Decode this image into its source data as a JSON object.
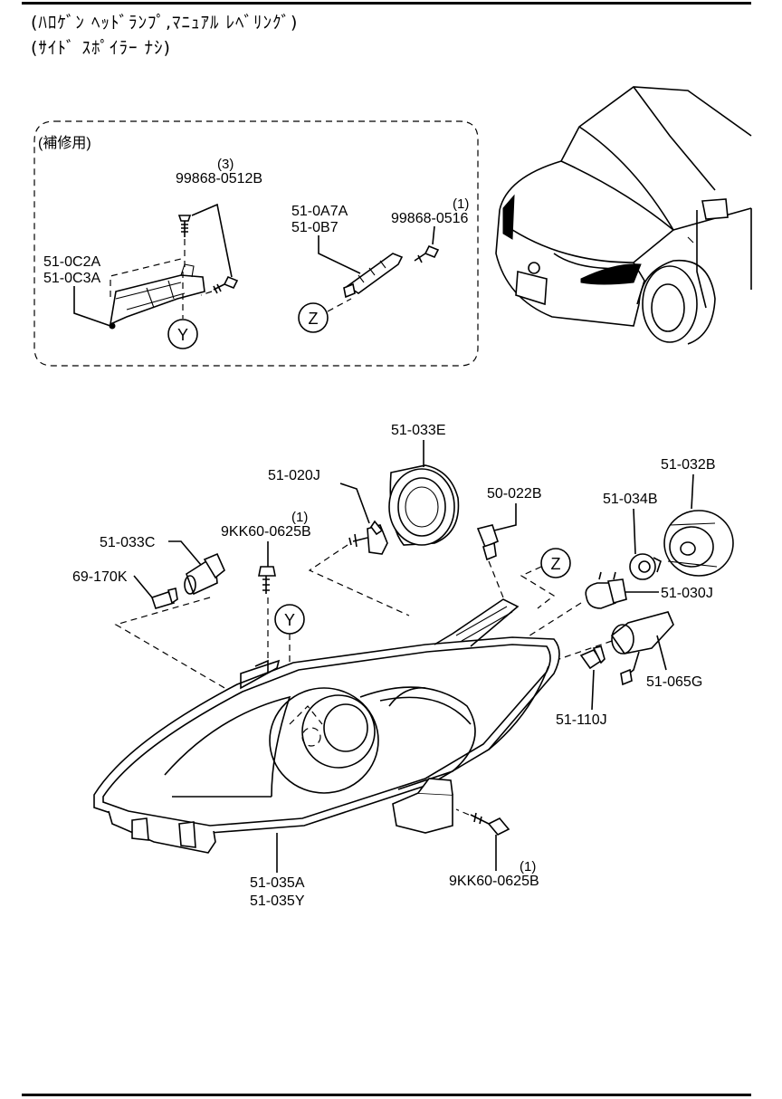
{
  "header": {
    "line1": "(ﾊﾛｹﾞﾝ ﾍｯﾄﾞﾗﾝﾌﾟ,ﾏﾆｭｱﾙ ﾚﾍﾞﾘﾝｸﾞ)",
    "line2": "(ｻｲﾄﾞ ｽﾎﾟｲﾗｰ ﾅｼ)"
  },
  "inset": {
    "label": "(補修用)",
    "parts": {
      "screw_top": {
        "number": "99868-0512B",
        "qty": "(3)"
      },
      "bracket_a": "51-0C2A",
      "bracket_b": "51-0C3A",
      "clip_a": "51-0A7A",
      "clip_b": "51-0B7",
      "screw_right": {
        "number": "99868-0516",
        "qty": "(1)"
      }
    },
    "markers": {
      "y": "Y",
      "z": "Z"
    }
  },
  "main": {
    "parts": {
      "lens_cap": "51-033E",
      "bulb_h": "51-020J",
      "bolt_top": {
        "number": "9KK60-0625B",
        "qty": "(1)"
      },
      "socket": "51-033C",
      "wedge_bulb": "69-170K",
      "clip": "50-022B",
      "cap_rear": "51-032B",
      "ring": "51-034B",
      "bulb_main": "51-030J",
      "socket_harness": "51-065G",
      "bulb_small": "51-110J",
      "housing_a": "51-035A",
      "housing_y": "51-035Y",
      "bolt_bottom": {
        "number": "9KK60-0625B",
        "qty": "(1)"
      }
    },
    "markers": {
      "y": "Y",
      "z": "Z"
    }
  }
}
